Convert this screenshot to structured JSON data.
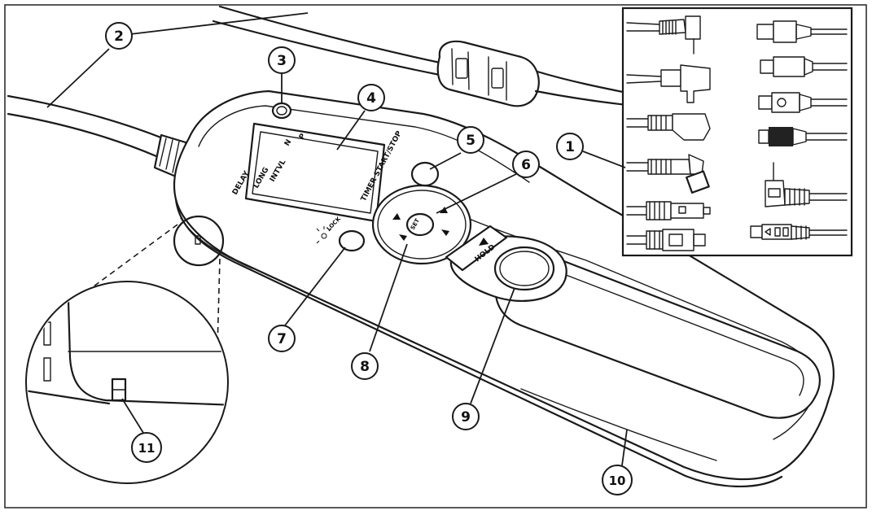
{
  "callouts": [
    {
      "num": "1"
    },
    {
      "num": "2"
    },
    {
      "num": "3"
    },
    {
      "num": "4"
    },
    {
      "num": "5"
    },
    {
      "num": "6"
    },
    {
      "num": "7"
    },
    {
      "num": "8"
    },
    {
      "num": "9"
    },
    {
      "num": "10"
    },
    {
      "num": "11"
    }
  ],
  "remote": {
    "mode_labels": {
      "delay": "DELAY",
      "long": "LONG",
      "intvl": "INTVL",
      "n": "N",
      "p": "P"
    },
    "timer_label": "TIMER START/STOP",
    "set_label": "SET",
    "lock_label": "LOCK",
    "hold_label": "HOLD"
  }
}
